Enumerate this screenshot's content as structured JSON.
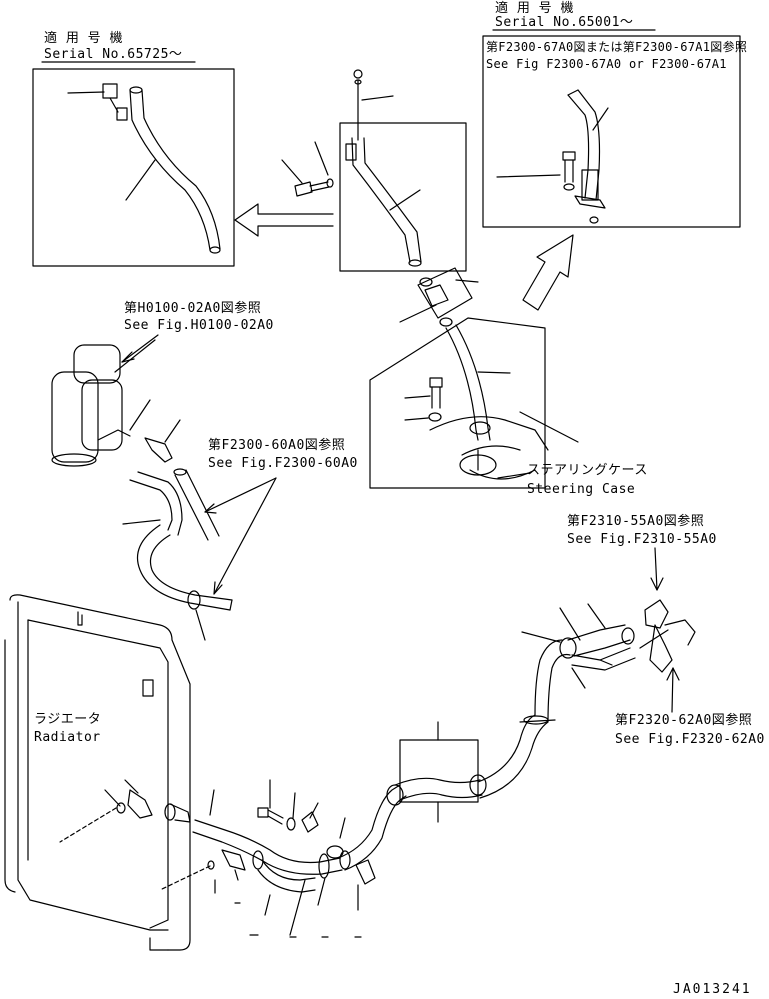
{
  "serial_left": {
    "applicable": "適 用 号 機",
    "serial": "Serial No.65725～"
  },
  "serial_right": {
    "applicable": "適 用 号 機",
    "serial": "Serial No.65001～",
    "ref_jp": "第F2300-67A0図または第F2300-67A1図参照",
    "ref_en": "See Fig F2300-67A0 or F2300-67A1"
  },
  "ref_h0100": {
    "jp": "第H0100-02A0図参照",
    "en": "See Fig.H0100-02A0"
  },
  "ref_f2300_60": {
    "jp": "第F2300-60A0図参照",
    "en": "See Fig.F2300-60A0"
  },
  "ref_f2310": {
    "jp": "第F2310-55A0図参照",
    "en": "See Fig.F2310-55A0"
  },
  "ref_f2320": {
    "jp": "第F2320-62A0図参照",
    "en": "See Fig.F2320-62A0"
  },
  "steering_case": {
    "jp": "ステアリングケース",
    "en": "Steering Case"
  },
  "radiator": {
    "jp": "ラジエータ",
    "en": "Radiator"
  },
  "drawing_code": "JA013241"
}
